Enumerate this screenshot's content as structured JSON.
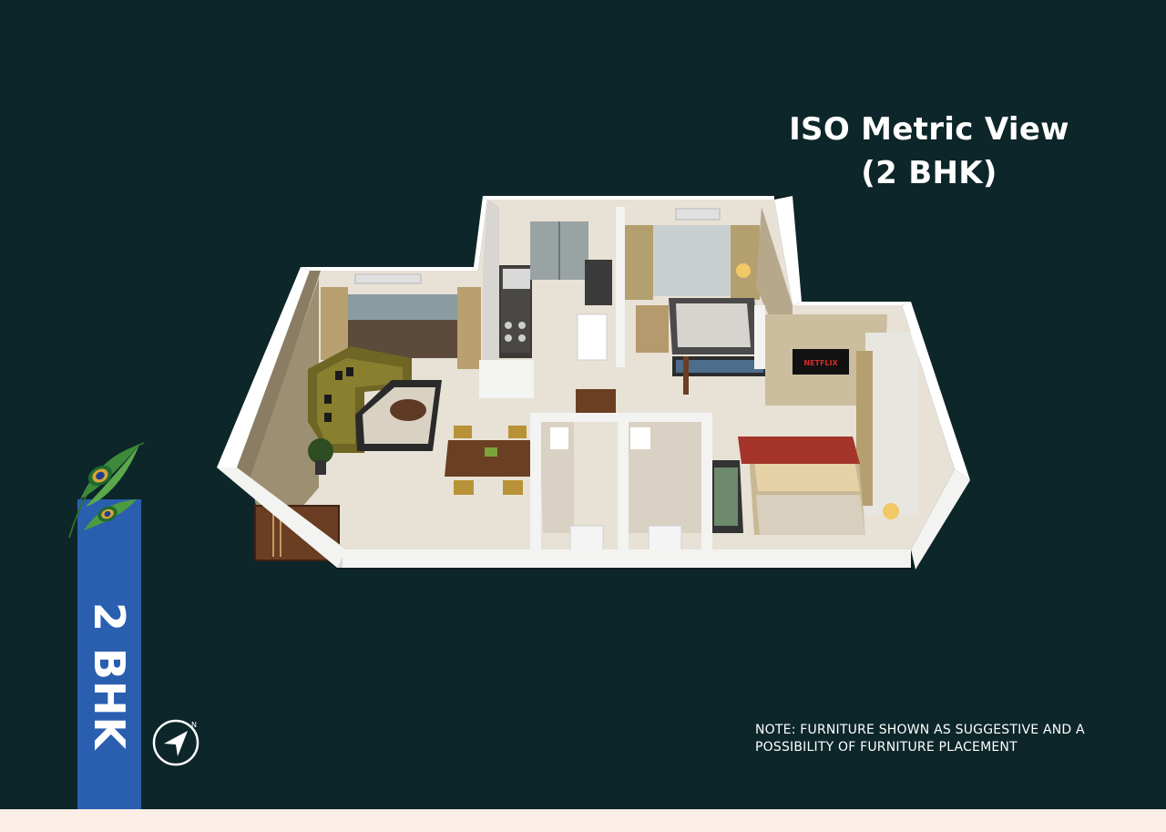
{
  "heading": {
    "line1": "ISO Metric View",
    "line2": "(2 BHK)"
  },
  "side_banner": {
    "label": "2 BHK",
    "color": "#2a5fb0"
  },
  "note": {
    "line1": "NOTE: FURNITURE SHOWN AS SUGGESTIVE AND A",
    "line2": "POSSIBILITY OF FURNITURE PLACEMENT"
  },
  "tv_screen_text": "NETFLIX",
  "colors": {
    "background": "#0d2629",
    "bottom_band": "#fbeee6",
    "wall": "#f3f3f1",
    "floor": "#e8e1d6"
  },
  "icons": {
    "compass": "north-arrow-icon",
    "feather": "peacock-feather-icon"
  }
}
